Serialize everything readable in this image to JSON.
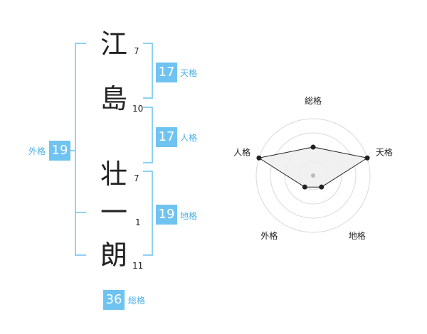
{
  "name": {
    "chars": [
      {
        "char": "江",
        "strokes": "7"
      },
      {
        "char": "島",
        "strokes": "10"
      },
      {
        "char": "壮",
        "strokes": "7"
      },
      {
        "char": "一",
        "strokes": "1"
      },
      {
        "char": "朗",
        "strokes": "11"
      }
    ]
  },
  "fortunes": {
    "tenkaku": {
      "value": "17",
      "label": "天格"
    },
    "jinkaku": {
      "value": "17",
      "label": "人格"
    },
    "chikaku": {
      "value": "19",
      "label": "地格"
    },
    "gaikaku": {
      "value": "19",
      "label": "外格"
    },
    "soukaku": {
      "value": "36",
      "label": "総格"
    }
  },
  "radar": {
    "axes": [
      "総格",
      "天格",
      "地格",
      "外格",
      "人格"
    ],
    "levels": 4,
    "values": [
      2,
      4,
      1,
      1,
      4
    ],
    "max": 4,
    "colors": {
      "fill": "#eeeeee",
      "stroke": "#222222",
      "ring": "#d9d9d9",
      "point": "#222222",
      "center": "#bbbbbb"
    }
  },
  "colors": {
    "accent": "#6fc3f0",
    "accent_text": "#4ab0e6",
    "bracket": "#8ed1f5"
  }
}
